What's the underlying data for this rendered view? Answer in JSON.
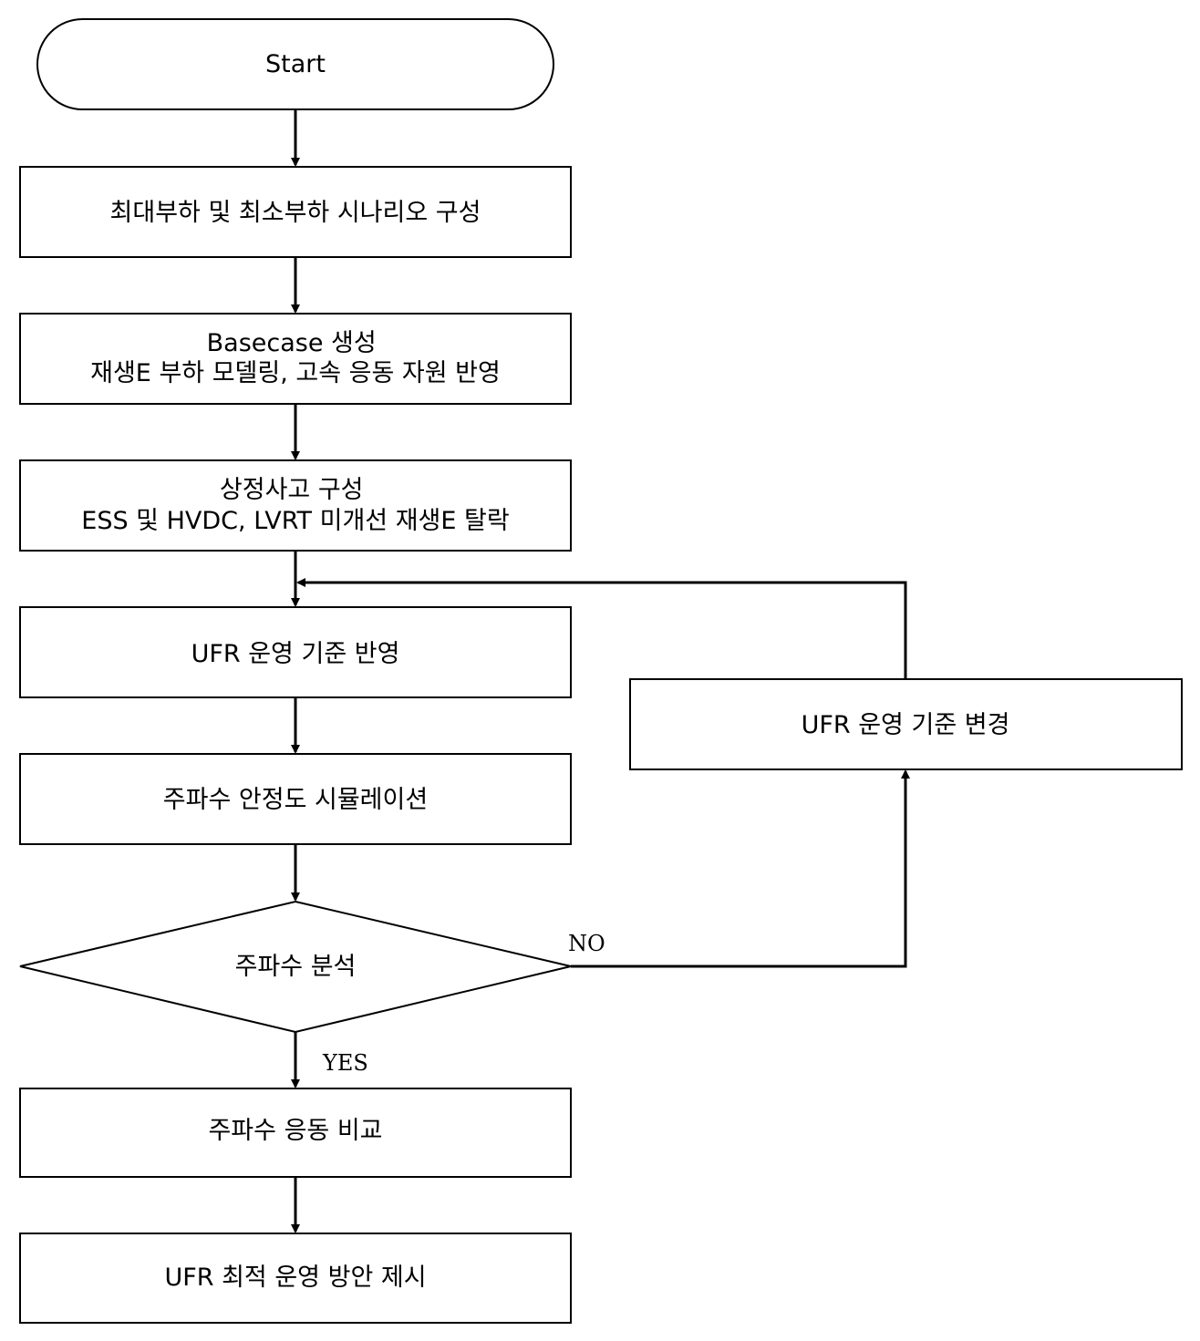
{
  "nodes": {
    "start": {
      "lines": [
        "Start"
      ]
    },
    "scenario": {
      "lines": [
        "최대부하 및 최소부하 시나리오 구성"
      ]
    },
    "basecase": {
      "lines": [
        "Basecase 생성",
        "재생E 부하 모델링, 고속 응동 자원 반영"
      ]
    },
    "contingency": {
      "lines": [
        "상정사고 구성",
        "ESS 및 HVDC, LVRT 미개선 재생E 탈락"
      ]
    },
    "ufr_apply": {
      "lines": [
        "UFR 운영 기준 반영"
      ]
    },
    "simulation": {
      "lines": [
        "주파수 안정도 시뮬레이션"
      ]
    },
    "analysis": {
      "lines": [
        "주파수 분석"
      ]
    },
    "compare": {
      "lines": [
        "주파수 응동 비교"
      ]
    },
    "propose": {
      "lines": [
        "UFR 최적 운영 방안 제시"
      ]
    },
    "ufr_change": {
      "lines": [
        "UFR 운영 기준 변경"
      ]
    }
  },
  "edge_labels": {
    "no": "NO",
    "yes": "YES"
  }
}
